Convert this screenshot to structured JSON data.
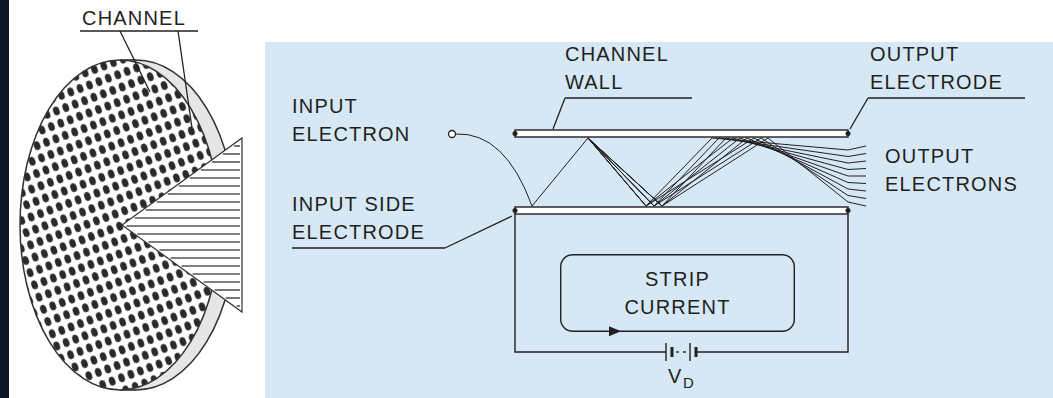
{
  "diagram": {
    "nodes": [
      {
        "text": [
          "STRIP CURRENT"
        ]
      }
    ],
    "labels": [
      "CHANNEL",
      "CHANNEL WALL",
      "INPUT ELECTRON",
      "OUTPUT ELECTRODE",
      "OUTPUT ELECTRONS",
      "INPUT SIDE ELECTRODE",
      "V",
      "D"
    ]
  }
}
